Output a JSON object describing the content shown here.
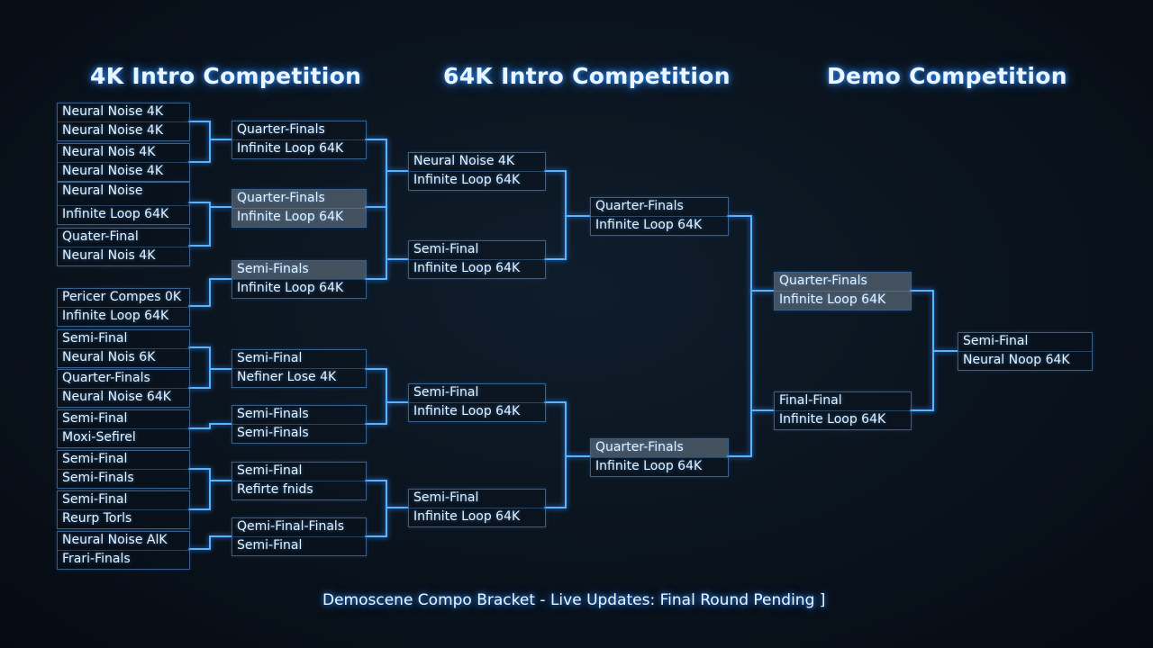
{
  "titles": {
    "c1": "4K Intro Competition",
    "c2": "64K Intro Competition",
    "c3": "Demo Competition"
  },
  "status_text": "Demoscene Compo Bracket - Live Updates: Final Round Pending",
  "status_cursor": "]",
  "bracket": {
    "col1": [
      [
        "Neural Noise 4K",
        "Neural Noise 4K"
      ],
      [
        "Neural Nois 4K",
        "Neural Noise 4K"
      ],
      [
        "Neural Noise",
        "Infinite Loop 64K"
      ],
      [
        "Quater-Final",
        "Neural Nois 4K"
      ],
      [
        "Pericer Compes 0K",
        "Infinite Loop 64K"
      ],
      [
        "Semi-Final",
        "Neural Nois 6K"
      ],
      [
        "Quarter-Finals",
        "Neural Noise 64K"
      ],
      [
        "Semi-Final",
        "Moxi-Sefirel"
      ],
      [
        "Semi-Final",
        "Semi-Finals"
      ],
      [
        "Semi-Final",
        "Reurp Torls"
      ],
      [
        "Neural Noise AlK",
        "Frari-Finals"
      ]
    ],
    "col2": [
      [
        "Quarter-Finals",
        "Infinite Loop 64K"
      ],
      [
        "Quarter-Finals",
        "Infinite Loop 64K"
      ],
      [
        "Semi-Finals",
        "Infinite Loop  64K"
      ],
      [
        "Semi-Final",
        "Nefiner Lose 4K"
      ],
      [
        "Semi-Finals",
        "Semi-Finals"
      ],
      [
        "Semi-Final",
        "Refirte fnids"
      ],
      [
        "Qemi-Final-Finals",
        "Semi-Final"
      ]
    ],
    "col3": [
      [
        "Neural Noise 4K",
        "Infinite Loop 64K"
      ],
      [
        "Semi-Final",
        "Infinite Loop 64K"
      ],
      [
        "Semi-Final",
        "Infinite Loop 64K"
      ],
      [
        "Semi-Final",
        "Infinite Loop 64K"
      ]
    ],
    "col4": [
      [
        "Quarter-Finals",
        "Infinite Loop 64K"
      ],
      [
        "Quarter-Finals",
        "Infinite Loop 64K"
      ]
    ],
    "col5": [
      [
        "Quarter-Finals",
        "Infinite Loop 64K"
      ],
      [
        "Final-Final",
        "Infinite Loop 64K"
      ]
    ],
    "col6": [
      [
        "Semi-Final",
        "Neural Noop 64K"
      ]
    ]
  },
  "colors": {
    "line": "#58b4ff",
    "glow": "#2f8dff",
    "background": "#0a131d",
    "highlight": "#afc3d7"
  }
}
